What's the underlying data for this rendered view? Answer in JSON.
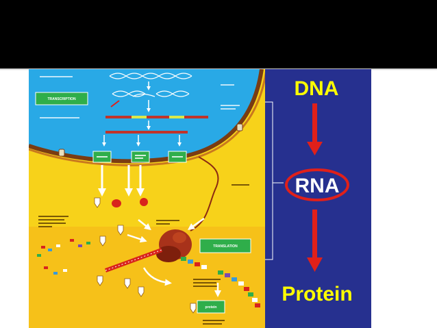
{
  "flow": {
    "dna": "DNA",
    "rna": "RNA",
    "protein": "Protein"
  },
  "cell": {
    "step_boxes": {
      "transcription": "TRANSCRIPTION",
      "translation": "TRANSLATION",
      "protein": "protein"
    },
    "colors": {
      "nucleus": "#29a9e6",
      "cytoplasm": "#f7d21a",
      "flow_panel": "#26308f",
      "flow_text": "#ffff00",
      "arrow": "#e0201a"
    }
  }
}
